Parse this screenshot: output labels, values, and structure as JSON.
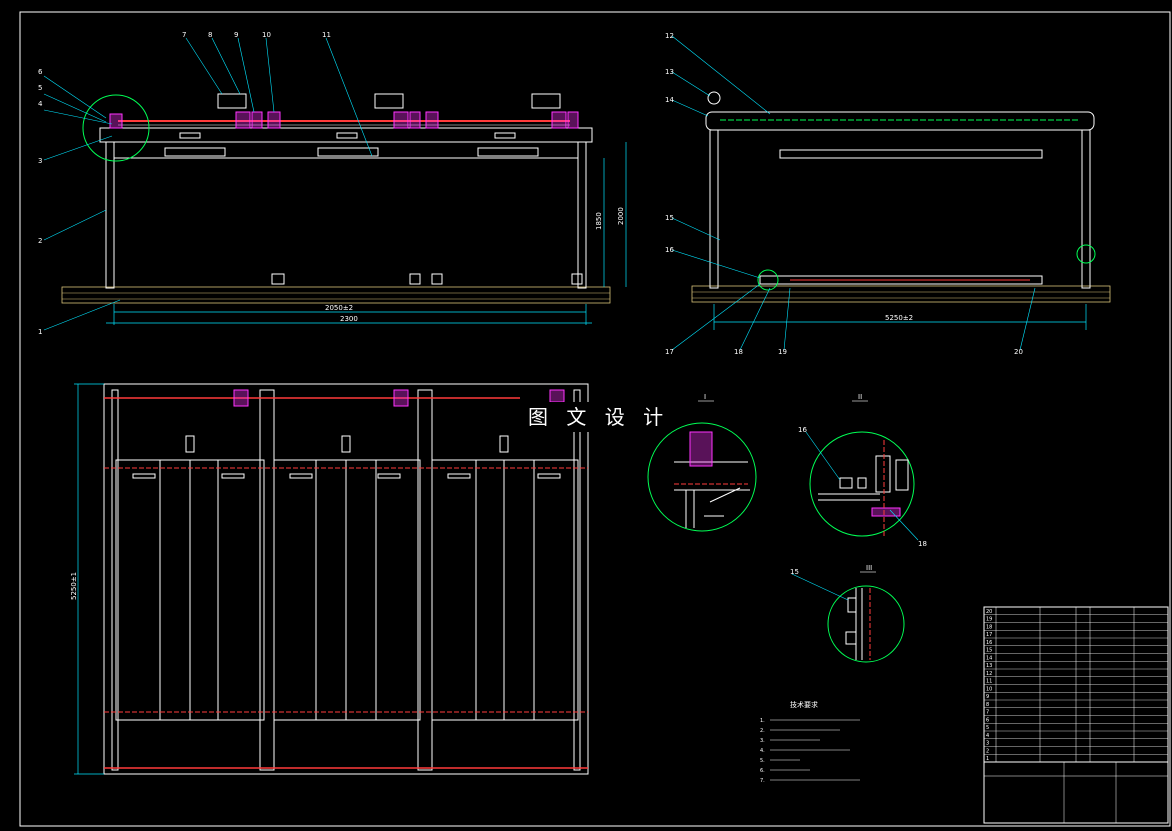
{
  "watermark": "图 文 设 计",
  "front_view": {
    "leaders": [
      "7",
      "8",
      "9",
      "10",
      "11",
      "6",
      "5",
      "4",
      "3",
      "2",
      "1"
    ],
    "dims": {
      "width_total": "2300",
      "width_inner": "2050±2",
      "height_a": "1850",
      "height_b": "2000"
    }
  },
  "side_view": {
    "leaders": [
      "12",
      "13",
      "14",
      "15",
      "16",
      "17",
      "18",
      "19",
      "20"
    ],
    "dims": {
      "length": "5250±2"
    }
  },
  "plan_view": {
    "dims": {
      "length": "5250±1"
    }
  },
  "details": {
    "I": "I",
    "II": "II",
    "III": "III",
    "d16": "16",
    "d18": "18",
    "d15": "15"
  },
  "notes_title": "技术要求",
  "notes": [
    "1.",
    "2.",
    "3.",
    "4.",
    "5.",
    "6.",
    "7."
  ],
  "title_block": {
    "row_numbers": [
      "20",
      "19",
      "18",
      "17",
      "16",
      "15",
      "14",
      "13",
      "12",
      "11",
      "10",
      "9",
      "8",
      "7",
      "6",
      "5",
      "4",
      "3",
      "2",
      "1"
    ]
  },
  "colors": {
    "frame": "#ffffff",
    "rail": "#ff3b3b",
    "motor": "#ff33ff",
    "leader": "#00e5ff",
    "circle": "#00ff55",
    "hatch": "#d9c27a",
    "dim": "#00e5ff",
    "pink": "#ff6688"
  }
}
